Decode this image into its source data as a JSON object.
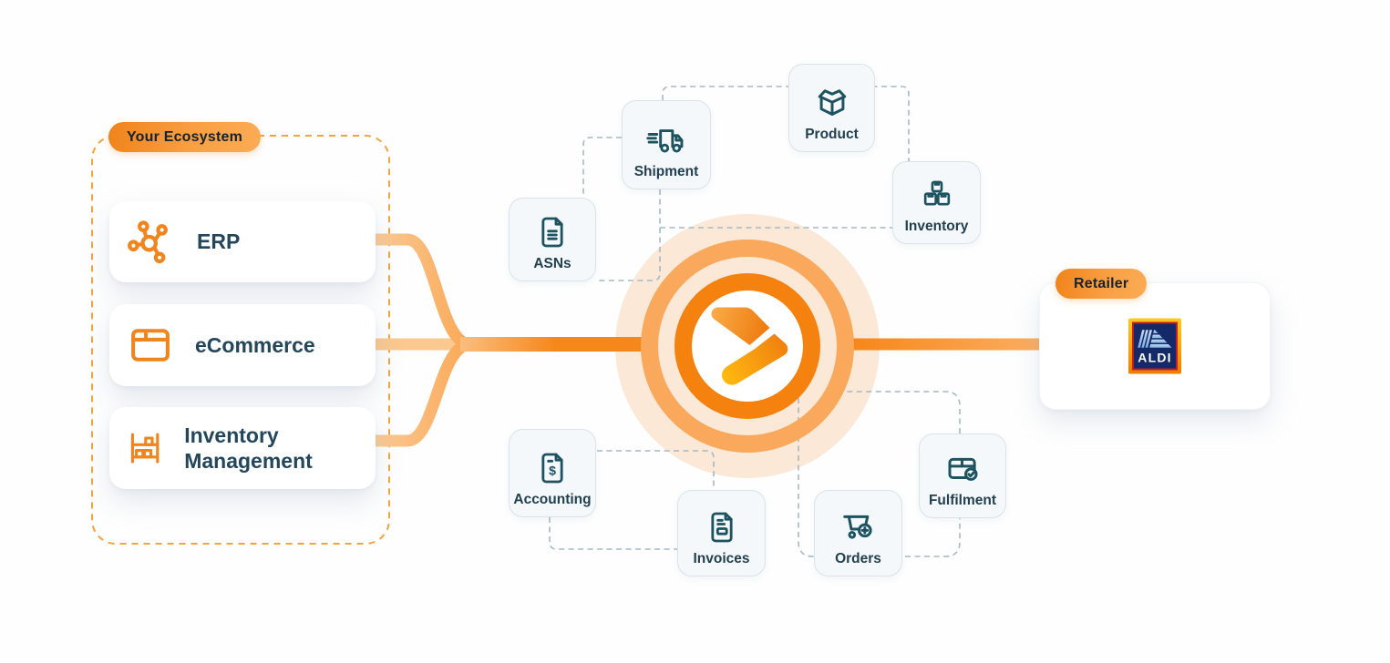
{
  "diagram": {
    "ecosystem": {
      "label": "Your Ecosystem",
      "systems": [
        {
          "label": "ERP",
          "icon": "erp-network-icon"
        },
        {
          "label": "eCommerce",
          "icon": "browser-window-icon"
        },
        {
          "label": "Inventory Management",
          "icon": "warehouse-shelf-icon"
        }
      ]
    },
    "hub": {
      "icon": "orange-chevron-hub-logo"
    },
    "entities": [
      {
        "label": "ASNs",
        "icon": "document-lines-icon"
      },
      {
        "label": "Shipment",
        "icon": "delivery-truck-icon"
      },
      {
        "label": "Product",
        "icon": "open-box-icon"
      },
      {
        "label": "Inventory",
        "icon": "parcel-stack-icon"
      },
      {
        "label": "Accounting",
        "icon": "dollar-document-icon"
      },
      {
        "label": "Invoices",
        "icon": "invoice-icon"
      },
      {
        "label": "Orders",
        "icon": "cart-plus-icon"
      },
      {
        "label": "Fulfilment",
        "icon": "box-check-icon"
      }
    ],
    "retailer": {
      "label": "Retailer",
      "name": "ALDI"
    },
    "colors": {
      "accent_orange": "#F5820E",
      "light_flow_orange": "#FBC389",
      "ring_light_orange": "#F9A85C",
      "glow_peach": "#FBE8D6",
      "teal_icon": "#1D5361",
      "label_navy": "#22404F",
      "connector_gray": "#A3B9C5",
      "ecosystem_dash_orange": "#F5A33C",
      "aldi_navy": "#152968",
      "aldi_red": "#BF1F27",
      "aldi_gold": "#FFC91E",
      "aldi_stripe_blue": "#9CC3EC"
    }
  }
}
